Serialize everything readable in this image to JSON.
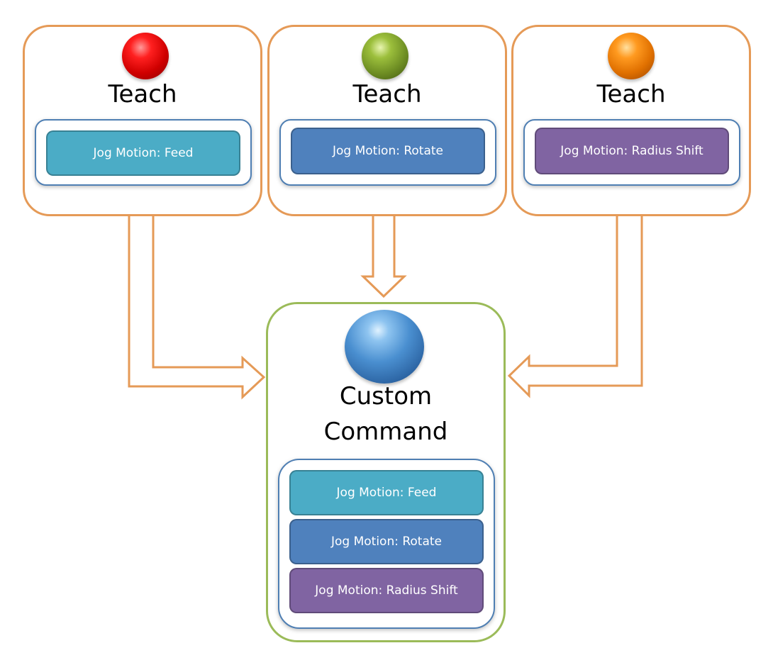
{
  "diagram": {
    "colors": {
      "box_border": "#e59a57",
      "target_border": "#9bbb59",
      "inner_border": "#4f7fb3",
      "arrow_stroke": "#e59a57",
      "feed": "#4bacc6",
      "rotate": "#4f81bd",
      "radius_shift": "#8064a2"
    },
    "sources": [
      {
        "title": "Teach",
        "sphere_color": "red",
        "step": {
          "label": "Jog Motion: Feed",
          "color": "#4bacc6"
        }
      },
      {
        "title": "Teach",
        "sphere_color": "green",
        "step": {
          "label": "Jog Motion: Rotate",
          "color": "#4f81bd"
        }
      },
      {
        "title": "Teach",
        "sphere_color": "orange",
        "step": {
          "label": "Jog Motion: Radius Shift",
          "color": "#8064a2"
        }
      }
    ],
    "target": {
      "title_line1": "Custom",
      "title_line2": "Command",
      "sphere_color": "blue",
      "steps": [
        {
          "label": "Jog Motion: Feed",
          "color": "#4bacc6"
        },
        {
          "label": "Jog Motion: Rotate",
          "color": "#4f81bd"
        },
        {
          "label": "Jog Motion: Radius Shift",
          "color": "#8064a2"
        }
      ]
    },
    "edges": [
      {
        "from": "source-1",
        "to": "target",
        "direction": "right"
      },
      {
        "from": "source-2",
        "to": "target",
        "direction": "down"
      },
      {
        "from": "source-3",
        "to": "target",
        "direction": "left"
      }
    ]
  }
}
